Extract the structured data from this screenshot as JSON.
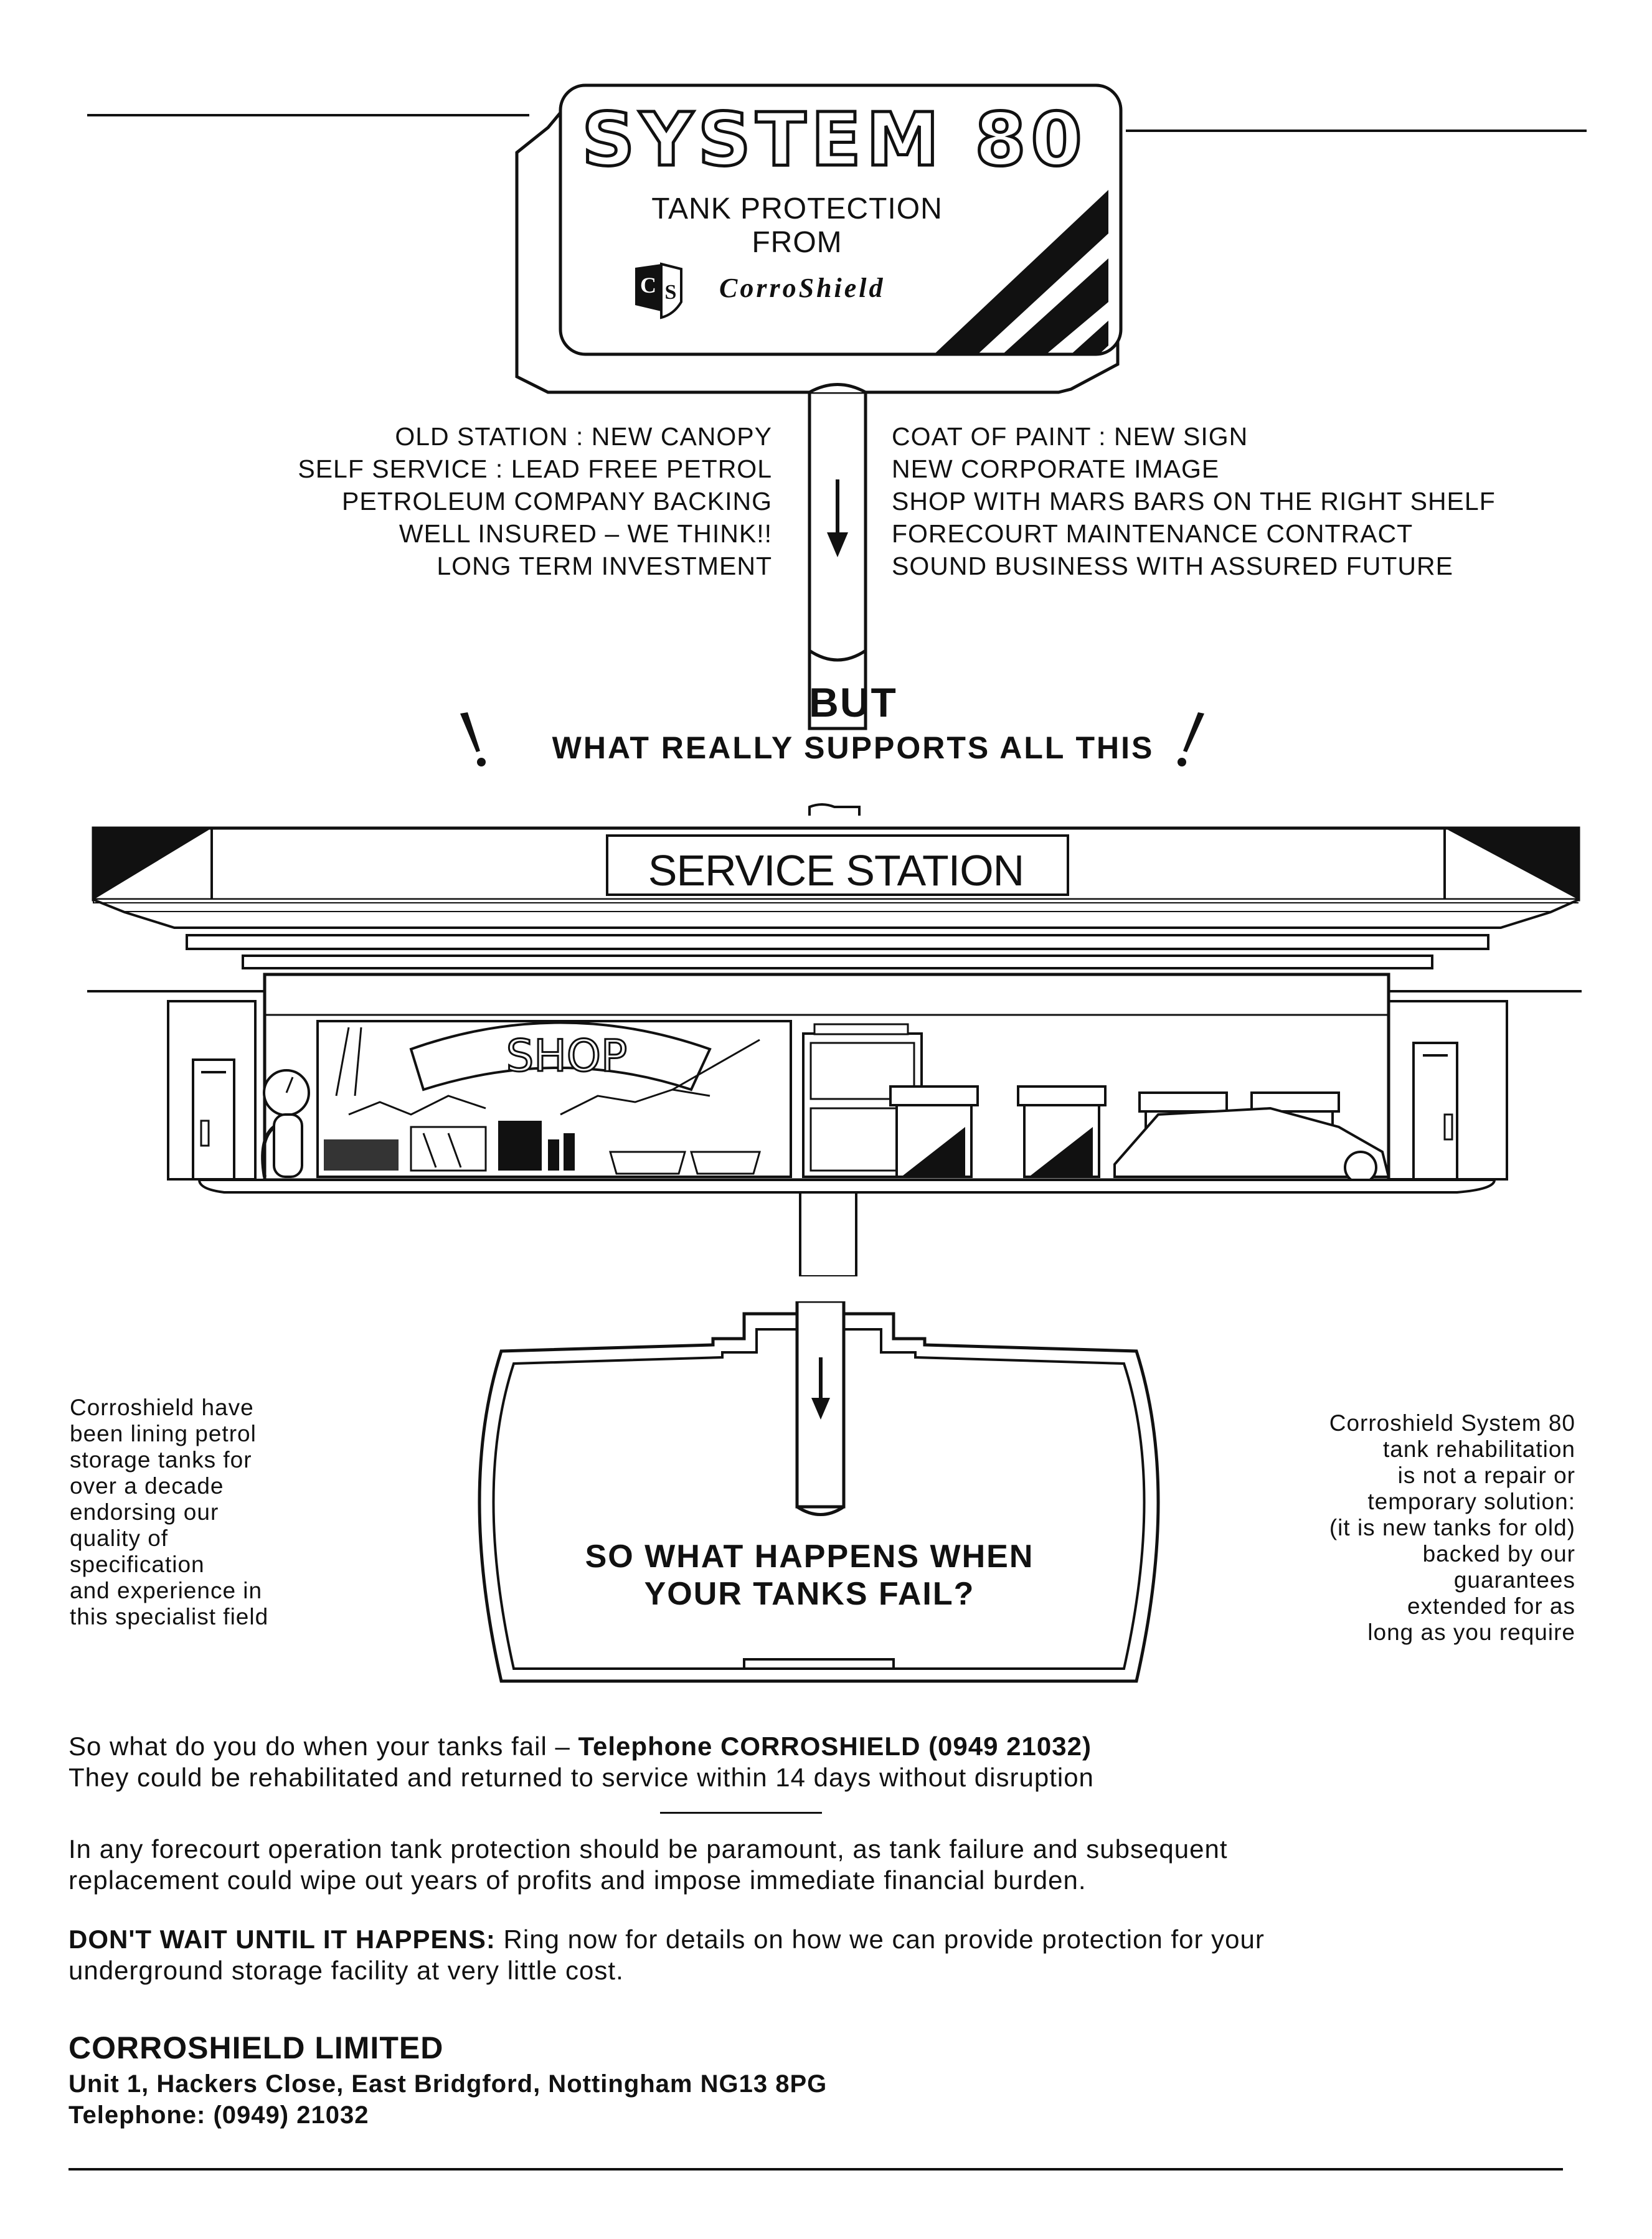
{
  "sign": {
    "title": "SYSTEM 80",
    "line1": "TANK PROTECTION",
    "line2": "FROM",
    "logo_letters": "CS",
    "brand": "CorroShield"
  },
  "benefits_left": [
    "OLD STATION : NEW CANOPY",
    "SELF SERVICE : LEAD FREE PETROL",
    "PETROLEUM COMPANY BACKING",
    "WELL INSURED – WE THINK!!",
    "LONG TERM INVESTMENT"
  ],
  "benefits_right": [
    "COAT OF PAINT : NEW SIGN",
    "NEW CORPORATE IMAGE",
    "SHOP WITH MARS BARS ON THE RIGHT SHELF",
    "FORECOURT MAINTENANCE CONTRACT",
    "SOUND BUSINESS WITH ASSURED FUTURE"
  ],
  "but": "BUT",
  "what_supports": "WHAT REALLY SUPPORTS ALL THIS",
  "station": {
    "canopy_label": "SERVICE STATION",
    "shop_sign": "SHOP"
  },
  "left_side_text": [
    "Corroshield have",
    "been lining petrol",
    "storage tanks for",
    "over a decade",
    "endorsing our",
    "quality of",
    "specification",
    "and experience in",
    "this specialist field"
  ],
  "right_side_text": [
    "Corroshield System 80",
    "tank rehabilitation",
    "is not a repair or",
    "temporary solution:",
    "(it is new tanks for old)",
    "backed by our",
    "guarantees",
    "extended for as",
    "long as you require"
  ],
  "tank_question": [
    "SO WHAT HAPPENS WHEN",
    "YOUR TANKS FAIL?"
  ],
  "para1": {
    "lead": "So what do you do when your tanks fail – ",
    "phone_strong": "Telephone CORROSHIELD (0949 21032)",
    "line2": "They could be rehabilitated and returned to service within 14 days without disruption"
  },
  "para2": [
    "In any forecourt operation tank protection should be paramount, as tank failure and subsequent",
    "replacement could wipe out years of profits and impose immediate financial burden."
  ],
  "para3": {
    "strong": "DON'T WAIT UNTIL IT HAPPENS:",
    "rest": " Ring now for details on how we can provide protection for your",
    "line2": "underground storage facility at very little cost."
  },
  "footer": {
    "company": "CORROSHIELD LIMITED",
    "address": "Unit 1, Hackers Close, East Bridgford, Nottingham NG13 8PG",
    "telephone": "Telephone: (0949) 21032"
  }
}
